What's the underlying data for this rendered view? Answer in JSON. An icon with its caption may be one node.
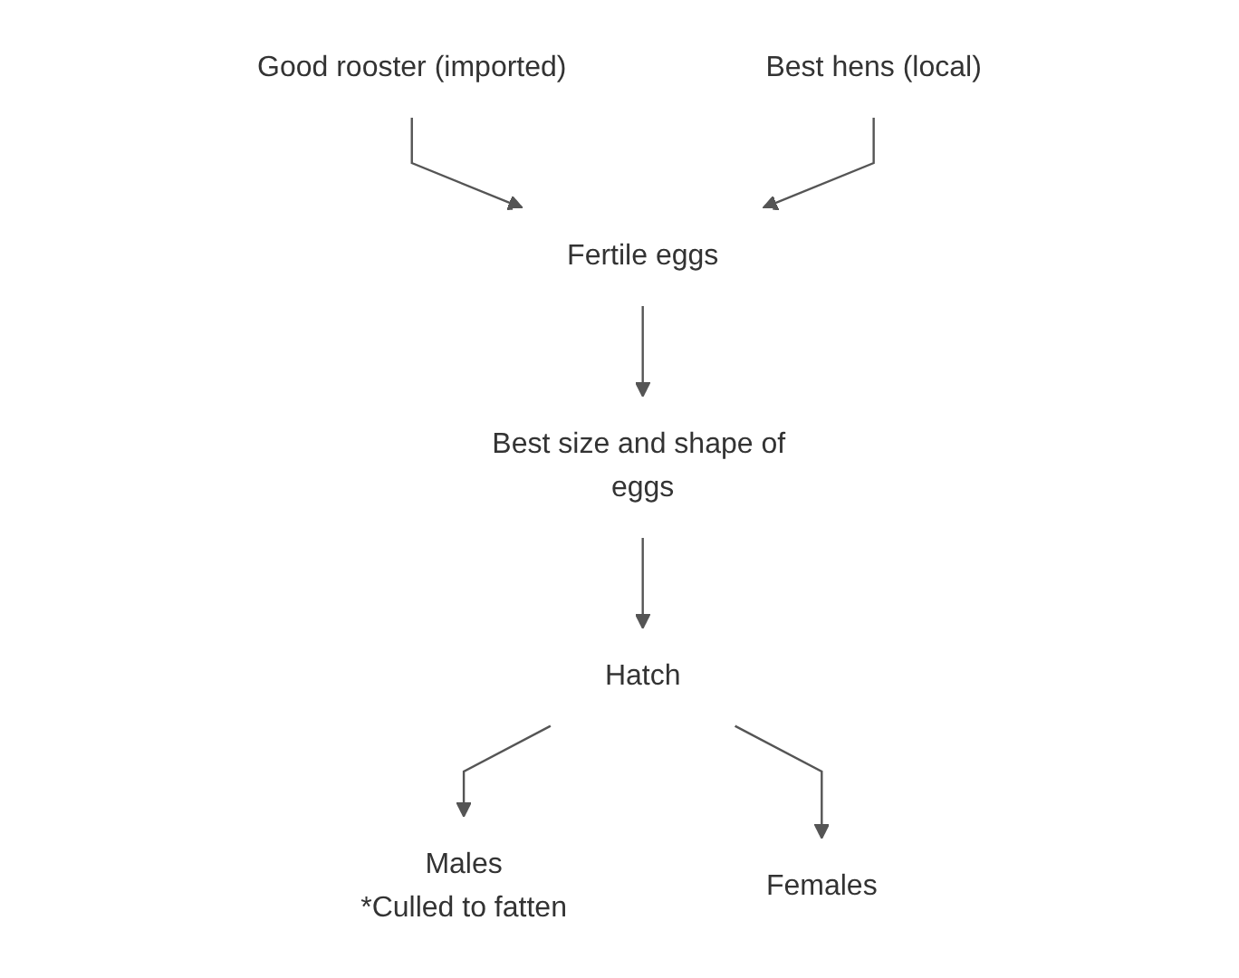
{
  "diagram": {
    "nodes": [
      {
        "text": [
          "Good rooster (imported)"
        ]
      },
      {
        "text": [
          "Best hens (local)"
        ]
      },
      {
        "text": [
          "Fertile eggs"
        ]
      },
      {
        "text": [
          "Best size and shape of eggs"
        ]
      },
      {
        "text": [
          "Hatch"
        ]
      },
      {
        "text": [
          "Males",
          "*Culled to fatten"
        ]
      },
      {
        "text": [
          "Females"
        ]
      }
    ],
    "edges": [
      {
        "from": 0,
        "to": 2,
        "arrow": "to"
      },
      {
        "from": 1,
        "to": 2,
        "arrow": "to"
      },
      {
        "from": 2,
        "to": 3,
        "arrow": "to"
      },
      {
        "from": 3,
        "to": 4,
        "arrow": "to"
      },
      {
        "from": 4,
        "to": 5,
        "arrow": "to"
      },
      {
        "from": 4,
        "to": 6,
        "arrow": "to"
      }
    ]
  }
}
